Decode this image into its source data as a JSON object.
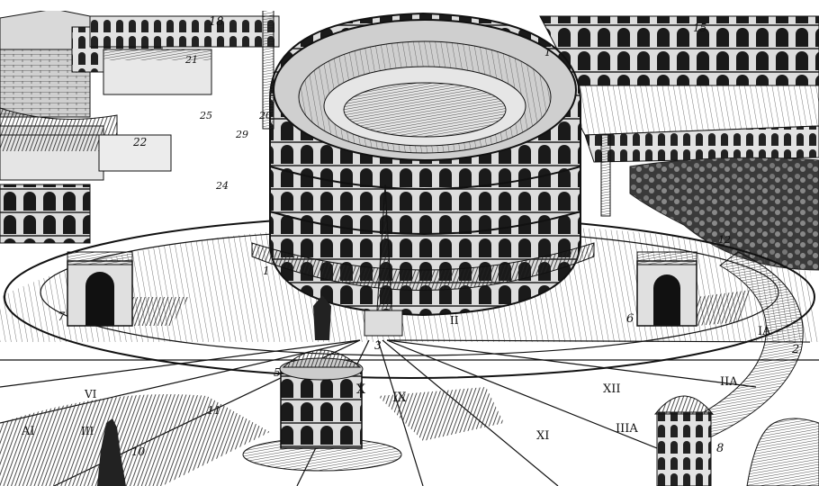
{
  "labels": {
    "n18": "18",
    "n21": "21",
    "n15": "15",
    "n22": "22",
    "n25": "25",
    "n29": "29",
    "n20": "20",
    "n24": "24",
    "n1a": "1",
    "n1b": "1",
    "n7": "7",
    "n6": "6",
    "n2": "2",
    "n3": "3",
    "n5": "5",
    "n8": "8",
    "n12": "12",
    "n10": "10",
    "n11": "11",
    "rX": "X",
    "rIX": "IX",
    "rXI": "XI",
    "rXII": "XII",
    "rIIIA": "IIIA",
    "rIIA": "IIA",
    "rIA": "IA",
    "rAI": "AI",
    "rIII": "III",
    "rVI": "VI",
    "rII": "II"
  },
  "colors": {
    "paper": "#ffffff",
    "ink": "#111111",
    "dark": "#2a2a2a",
    "mid": "#777777",
    "light": "#bdbdbd"
  }
}
